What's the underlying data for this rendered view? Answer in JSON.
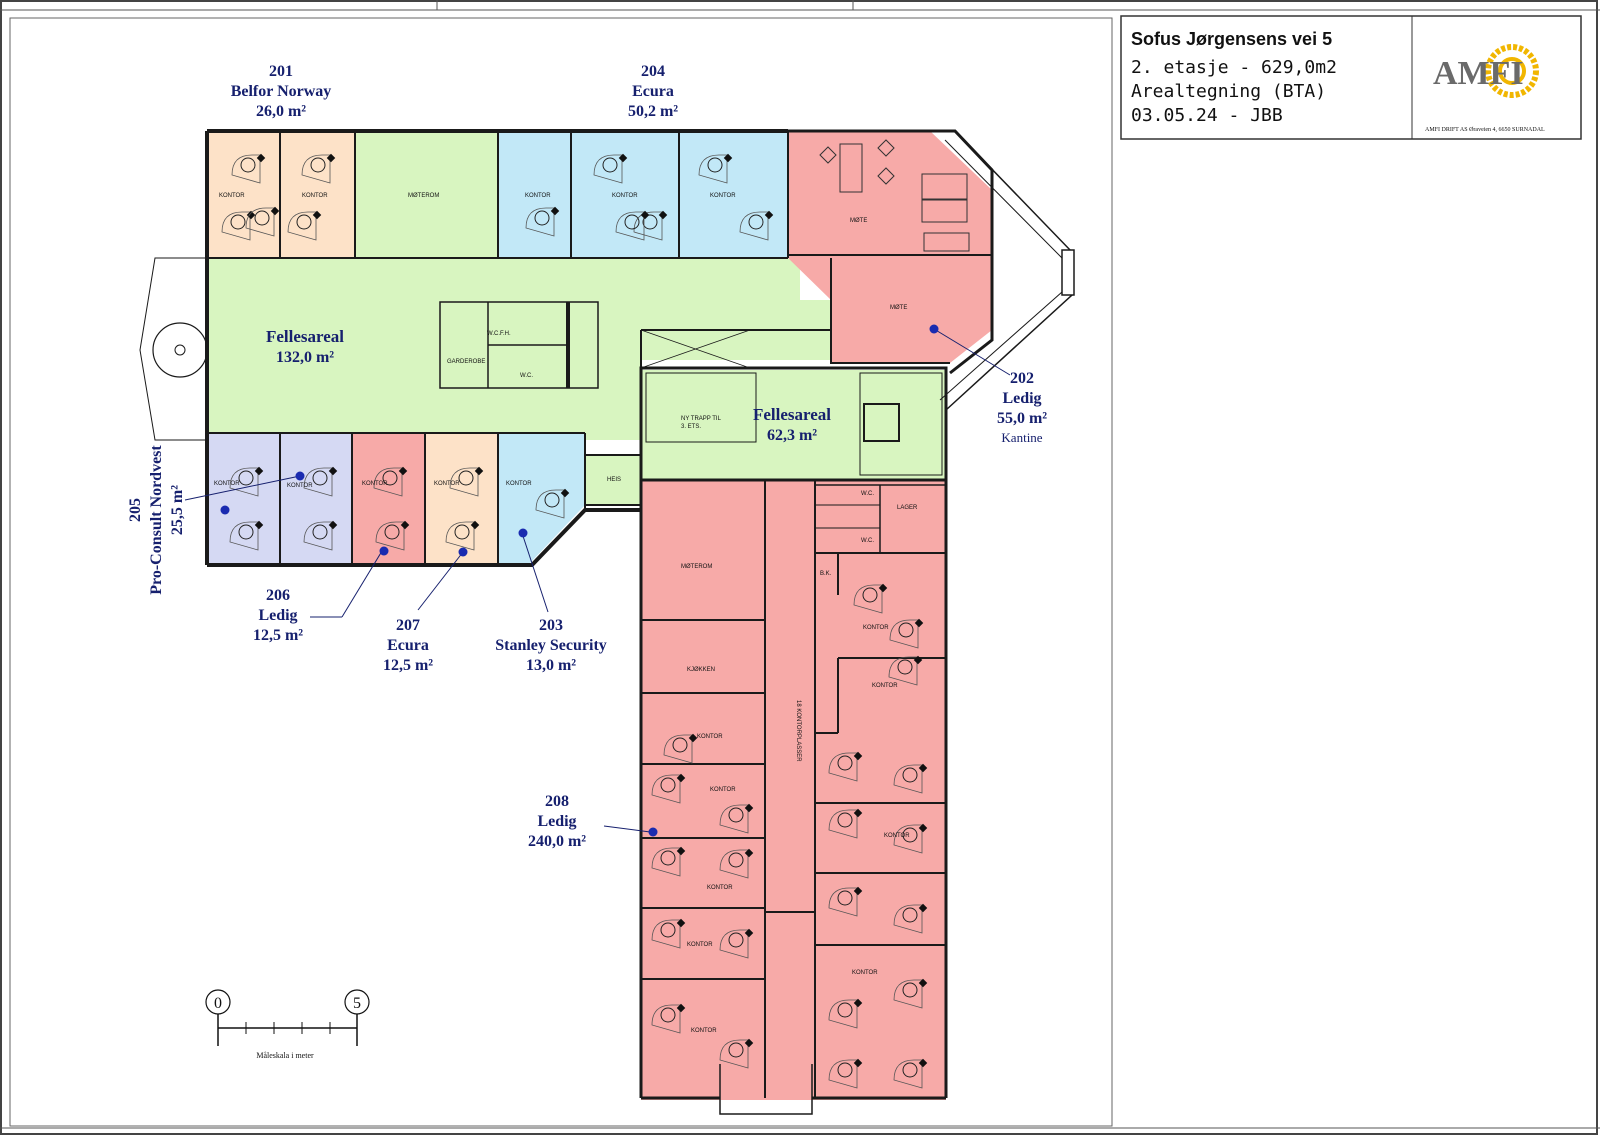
{
  "title_block": {
    "address": "Sofus Jørgensens vei 5",
    "floor_line": "2. etasje - 629,0m2",
    "drawing_type": "Arealtegning (BTA)",
    "date_author": "03.05.24 - JBB",
    "logo_text": "AMFI",
    "company_line": "AMFI DRIFT AS Øraveien 4, 6650 SURNADAL"
  },
  "units": {
    "u201": {
      "number": "201",
      "tenant": "Belfor Norway",
      "area": "26,0 m²"
    },
    "u204": {
      "number": "204",
      "tenant": "Ecura",
      "area": "50,2 m²"
    },
    "u202": {
      "number": "202",
      "tenant": "Ledig",
      "area": "55,0 m²",
      "note": "Kantine"
    },
    "u205": {
      "number": "205",
      "tenant": "Pro-Consult Nordvest",
      "area": "25,5 m²"
    },
    "u206": {
      "number": "206",
      "tenant": "Ledig",
      "area": "12,5 m²"
    },
    "u207": {
      "number": "207",
      "tenant": "Ecura",
      "area": "12,5 m²"
    },
    "u203": {
      "number": "203",
      "tenant": "Stanley Security",
      "area": "13,0 m²"
    },
    "u208": {
      "number": "208",
      "tenant": "Ledig",
      "area": "240,0 m²"
    },
    "common1": {
      "name": "Fellesareal",
      "area": "132,0 m²"
    },
    "common2": {
      "name": "Fellesareal",
      "area": "62,3 m²"
    }
  },
  "room_labels": {
    "kontor": "KONTOR",
    "moterom_upper": "MØTEROM",
    "mote": "MØTE",
    "wcfh": "W.C.F.H.",
    "wc": "W.C.",
    "garderobe": "GARDEROBE",
    "trapp": "NY TRAPP TIL",
    "trapp2": "3. ETS.",
    "heis": "HEIS",
    "lager": "LAGER",
    "bk": "B.K.",
    "moterom": "MØTEROM",
    "kjokken": "KJØKKEN",
    "kontorplasser": "18 KONTORPLASSER"
  },
  "scale_bar": {
    "start": "0",
    "end": "5",
    "caption": "Måleskala i meter"
  },
  "colors": {
    "peach": "#fde2c8",
    "green": "#d8f5c0",
    "blue": "#c2e8f7",
    "red": "#f7aaa8",
    "lavender": "#d5d9f3",
    "navy": "#16206e",
    "marker": "#1a2bb0"
  }
}
